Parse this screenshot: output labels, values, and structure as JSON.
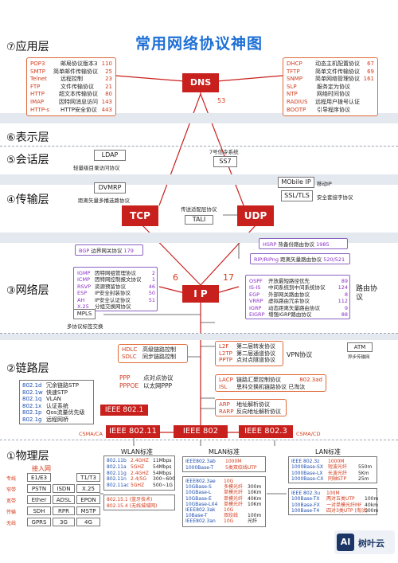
{
  "title": "常用网络协议神图",
  "layers": {
    "app": {
      "num": "⑦",
      "name": "应用层"
    },
    "pres": {
      "num": "⑥",
      "name": "表示层"
    },
    "sess": {
      "num": "⑤",
      "name": "会话层"
    },
    "trans": {
      "num": "④",
      "name": "传输层"
    },
    "net": {
      "num": "③",
      "name": "网络层"
    },
    "link": {
      "num": "②",
      "name": "链路层"
    },
    "phys": {
      "num": "①",
      "name": "物理层"
    }
  },
  "app_left": [
    {
      "name": "POP3",
      "desc": "邮局协议版本3",
      "port": "110"
    },
    {
      "name": "SMTP",
      "desc": "简单邮件传输协议",
      "port": "25"
    },
    {
      "name": "Telnet",
      "desc": "远程控制",
      "port": "23"
    },
    {
      "name": "FTP",
      "desc": "文件传输协议",
      "port": "21"
    },
    {
      "name": "HTTP",
      "desc": "超文本传输协议",
      "port": "80"
    },
    {
      "name": "IMAP",
      "desc": "因特网消息访问",
      "port": "143"
    },
    {
      "name": "HTTP-s",
      "desc": "HTTP安全协议",
      "port": "443"
    }
  ],
  "app_right": [
    {
      "name": "DHCP",
      "desc": "动态主机配置协议",
      "port": "67"
    },
    {
      "name": "TFTP",
      "desc": "简单文件传输协议",
      "port": "69"
    },
    {
      "name": "SNMP",
      "desc": "简单网络管理协议",
      "port": "161"
    },
    {
      "name": "SLP",
      "desc": "服务定为协议",
      "port": ""
    },
    {
      "name": "NTP",
      "desc": "网络时间协议",
      "port": ""
    },
    {
      "name": "RADIUS",
      "desc": "远程用户拨号认证",
      "port": ""
    },
    {
      "name": "BOOTP",
      "desc": "引导程序协议",
      "port": ""
    }
  ],
  "dns": {
    "label": "DNS",
    "port": "53"
  },
  "session": {
    "ldap": "LDAP",
    "ldap_desc": "轻量级目录访问协议",
    "ss7_caption": "7号信令系统",
    "ss7": "SS7"
  },
  "transport": {
    "dvmrp": "DVMRP",
    "dvmrp_desc": "距离矢量多播选路协议",
    "mobileip": "MObile IP",
    "mobileip_desc": "移动IP",
    "ssl": "SSL/TLS",
    "ssl_desc": "安全套接字协议",
    "tcp": "TCP",
    "udp": "UDP",
    "tali_caption": "传送适配层协议",
    "tali": "TALI"
  },
  "network": {
    "bgp": "BGP",
    "bgp_desc": "边界网关协议",
    "bgp_num": "179",
    "hsrp": "HSRP",
    "hsrp_desc": "热备份路由协议",
    "hsrp_num": "1985",
    "rip": "RIP/RIPng",
    "rip_desc": "距离矢量路由协议",
    "rip_num": "520/521",
    "ip": "I P",
    "num6": "6",
    "num17": "17",
    "left": [
      {
        "k": "IGMP",
        "v": "因特网组管理协议",
        "n": "2"
      },
      {
        "k": "ICMP",
        "v": "因特网控制报文协议",
        "n": "1"
      },
      {
        "k": "RSVP",
        "v": "资源预留协议",
        "n": "46"
      },
      {
        "k": "ESP",
        "v": "IP安全封装协议",
        "n": "50"
      },
      {
        "k": "AH",
        "v": "IP安全认证协议",
        "n": "51"
      },
      {
        "k": "X.25",
        "v": "分组交换网协议",
        "n": ""
      }
    ],
    "right": [
      {
        "k": "OSPF",
        "v": "开放最短路径优先",
        "n": "89"
      },
      {
        "k": "IS-IS",
        "v": "中间系统到中间系统协议",
        "n": "124"
      },
      {
        "k": "EGP",
        "v": "外部网关路由协议",
        "n": "8"
      },
      {
        "k": "VRRP",
        "v": "虚拟路由冗余协议",
        "n": "112"
      },
      {
        "k": "IGRP",
        "v": "动态距离矢量路由协议",
        "n": "9"
      },
      {
        "k": "EIGRP",
        "v": "增强IGRP路由协议",
        "n": "88"
      }
    ],
    "routing": "路由协议",
    "mpls": "MPLS",
    "mpls_desc": "多协议标签交换"
  },
  "link": {
    "hdlc": "HDLC",
    "hdlc_desc": "高级链路控制",
    "sdlc": "SDLC",
    "sdlc_desc": "同步链路控制",
    "l2f": "L2F",
    "l2f_desc": "第二层转发协议",
    "l2tp": "L2TP",
    "l2tp_desc": "第二层通道协议",
    "pptp": "PPTP",
    "pptp_desc": "点对点隧道协议",
    "vpn": "VPN协议",
    "atm": "ATM",
    "atm_desc": "异步传输网",
    "ppp": "PPP",
    "ppp_desc": "点对点协议",
    "pppoe": "PPPOE",
    "pppoe_desc": "以太网PPP",
    "lacp": "LACP",
    "lacp_desc": "链路汇聚控制协议",
    "lacp_std": "802.3ad",
    "isl": "ISL",
    "isl_desc": "思科交换机链路协议 已淘汰",
    "arp": "ARP",
    "arp_desc": "地址解析协议",
    "rarp": "RARP",
    "rarp_desc": "反向地址解析协议",
    "std": [
      {
        "k": "802.1d",
        "v": "冗余链路STP"
      },
      {
        "k": "802.1w",
        "v": "快速STP"
      },
      {
        "k": "802.1q",
        "v": "VLAN"
      },
      {
        "k": "802.1x",
        "v": "认证系统"
      },
      {
        "k": "802.1p",
        "v": "Qos流量优先级"
      },
      {
        "k": "802.1g",
        "v": "远程网桥"
      }
    ],
    "ieee8021": "IEEE 802.1",
    "ieee80211": "IEEE 802.11",
    "ieee802": "IEEE 802",
    "ieee8023": "IEEE 802.3",
    "csma_ca": "CSMA/CA",
    "csma_cd": "CSMA/CD"
  },
  "physical": {
    "access_title": "接入网",
    "grid": [
      [
        "专线",
        "E1/E3",
        "",
        "T1/T3"
      ],
      [
        "窄带",
        "PSTN",
        "ISDN",
        "X.25"
      ],
      [
        "宽带",
        "Ether",
        "ADSL",
        "EPON"
      ],
      [
        "传输",
        "SDH",
        "RPR",
        "MSTP"
      ],
      [
        "无线",
        "GPRS",
        "3G",
        "4G"
      ]
    ],
    "wlan_title": "WLAN标准",
    "wlan": [
      {
        "k": "802.11b",
        "v1": "2.4GHZ",
        "v2": "11Mbps"
      },
      {
        "k": "802.11a",
        "v1": "5GHZ",
        "v2": "54Mbps"
      },
      {
        "k": "802.11g",
        "v1": "2.4GHZ",
        "v2": "54Mbps"
      },
      {
        "k": "802.11n",
        "v1": "2.4/5G",
        "v2": "300~600"
      },
      {
        "k": "802.11ac",
        "v1": "5GHZ",
        "v2": "500~1G"
      }
    ],
    "wlan_extra1": "802.15.1 (蓝牙技术)",
    "wlan_extra2": "802.15.4 (无线城域网)",
    "man_title": "MLAN标准",
    "man_top": [
      {
        "k": "IEEE802.3ab",
        "v": "1000M"
      },
      {
        "k": "1000Base-T",
        "v": "5类双绞线UTP"
      }
    ],
    "man_rows": [
      {
        "k": "IEEE802.3ae",
        "v1": "10G",
        "v2": ""
      },
      {
        "k": "10GBase-S",
        "v1": "多模光纤",
        "v2": "300m"
      },
      {
        "k": "10GBase-L",
        "v1": "单模光纤",
        "v2": "10Km"
      },
      {
        "k": "10GBase-E",
        "v1": "单模光纤",
        "v2": "40Km"
      },
      {
        "k": "10GBase-LX4",
        "v1": "单模光纤",
        "v2": "10Km"
      },
      {
        "k": "IEEE802.3ak",
        "v1": "10G",
        "v2": ""
      },
      {
        "k": "10Base-T",
        "v1": "双绞线",
        "v2": "100m"
      },
      {
        "k": "IEEE802.3an",
        "v1": "10G",
        "v2": "光纤"
      }
    ],
    "lan_title": "LAN标准",
    "lan_top": [
      {
        "k": "IEEE 802.3z",
        "v1": "1000M",
        "v2": ""
      },
      {
        "k": "1000Base-SX",
        "v1": "短波光纤",
        "v2": "550m"
      },
      {
        "k": "1000Base-LX",
        "v1": "长波光纤",
        "v2": "5Km"
      },
      {
        "k": "1000Base-CX",
        "v1": "同轴STP",
        "v2": "25m"
      }
    ],
    "lan_bottom": [
      {
        "k": "IEEE 802.3u",
        "v1": "100M",
        "v2": ""
      },
      {
        "k": "100Base-TX",
        "v1": "两对五类UTP",
        "v2": "100m"
      },
      {
        "k": "100Base-FX",
        "v1": "一对单模光纤MF",
        "v2": "40km"
      },
      {
        "k": "100Base-T4",
        "v1": "四对3类UTP (淘汰)",
        "v2": "100m"
      }
    ]
  },
  "watermark": {
    "logo": "AI",
    "text": "树叶云"
  }
}
